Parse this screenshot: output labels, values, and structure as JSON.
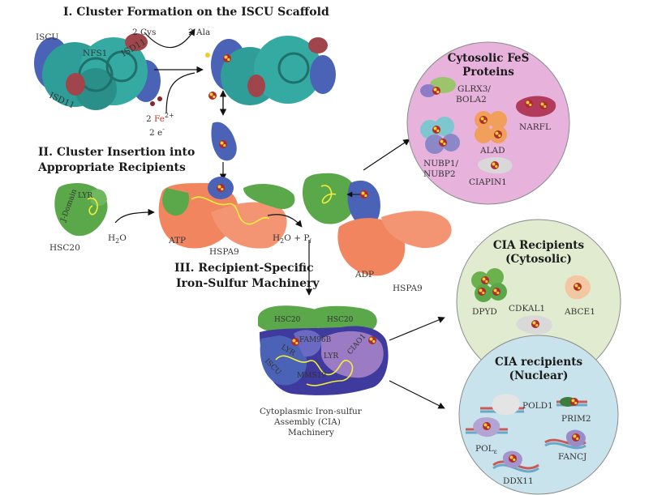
{
  "sections": {
    "formation": "I. Cluster Formation on the ISCU Scaffold",
    "insertion_line1": "II. Cluster Insertion into",
    "insertion_line2": "Appropriate Recipients",
    "machinery_line1": "III. Recipient-Specific",
    "machinery_line2": "Iron-Sulfur Machinery"
  },
  "reaction": {
    "cys": "2 Cys",
    "ala": "2 Ala",
    "fe_prefix": "2 ",
    "fe": "Fe",
    "fe_charge": "2+",
    "electrons": "2 e",
    "electron_charge": "-"
  },
  "complex": {
    "iscu": "ISCU",
    "nfs1": "NFS1",
    "isd11_a": "ISD11",
    "isd11_b": "ISD11"
  },
  "chaperone": {
    "lyr": "LYR",
    "jdomain": "J-Domain",
    "hsc20": "HSC20",
    "water": "H2O",
    "water_sub": "2",
    "atp": "ATP",
    "hspa9_a": "HSPA9",
    "hydrolysis": "H2O + P",
    "pi_sub": "i",
    "adp": "ADP",
    "hspa9_b": "HSPA9"
  },
  "cia_complex": {
    "hsc20_a": "HSC20",
    "hsc20_b": "HSC20",
    "fam96b": "FAM96B",
    "lyr_a": "LYR",
    "lyr_b": "LYR",
    "iscu": "ISCU",
    "ciao1": "CIAO1",
    "mms19": "MMS19",
    "caption_line1": "Cytoplasmic Iron-sulfur",
    "caption_line2": "Assembly (CIA)",
    "caption_line3": "Machinery"
  },
  "cytosolic": {
    "title1": "Cytosolic FeS",
    "title2": "Proteins",
    "glrx3": "GLRX3/",
    "bola2": "BOLA2",
    "narfl": "NARFL",
    "alad": "ALAD",
    "nubp1": "NUBP1/",
    "nubp2": "NUBP2",
    "ciapin1": "CIAPIN1"
  },
  "cia_cytosolic": {
    "title1": "CIA Recipients",
    "title2": "(Cytosolic)",
    "dpyd": "DPYD",
    "cdkal1": "CDKAL1",
    "abce1": "ABCE1"
  },
  "cia_nuclear": {
    "title1": "CIA recipients",
    "title2": "(Nuclear)",
    "pold1": "POLD1",
    "prim2": "PRIM2",
    "pole": "POL",
    "pole_sub": "ε",
    "fancj": "FANCJ",
    "ddx11": "DDX11"
  },
  "colors": {
    "teal": "#2f9e98",
    "blue": "#4b63b6",
    "maroon": "#a0454b",
    "green": "#5aa84a",
    "salmon": "#f08560",
    "purple": "#9b7cc4",
    "pink_circle": "#e7b2db",
    "green_circle": "#e0ebcf",
    "blue_circle": "#c9e3ec",
    "yellow": "#f3ef3a"
  }
}
